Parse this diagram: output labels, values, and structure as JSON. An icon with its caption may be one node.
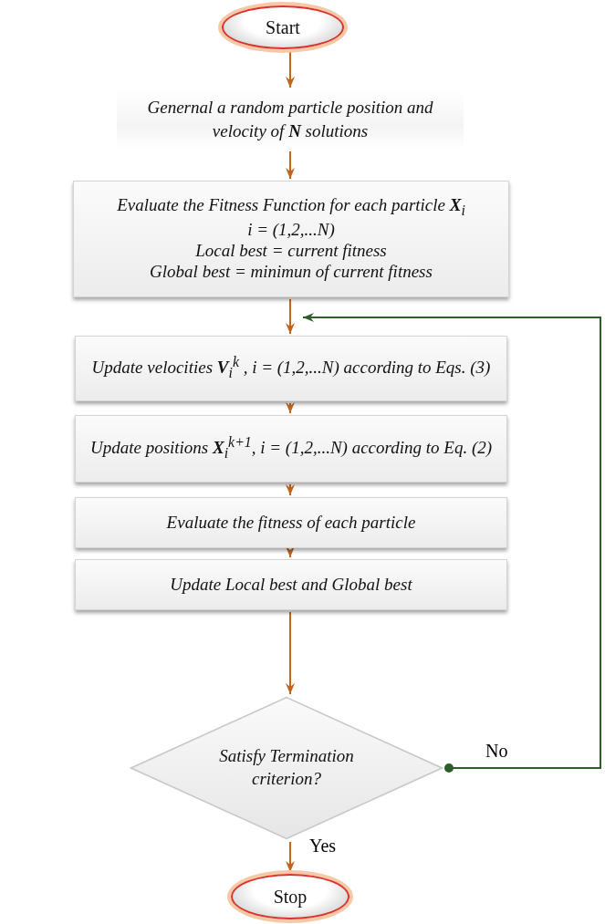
{
  "diagram": {
    "nodes": [
      {
        "text": [
          "Start"
        ]
      },
      {
        "text": [
          "Genernal a random particle position and velocity of **N** solutions"
        ]
      },
      {
        "text": [
          "Evaluate the Fitness Function for each particle **X**$_{i}$",
          "i = (1,2,...N)",
          "Local best = current fitness",
          "Global best = minimun of current fitness"
        ]
      },
      {
        "text": [
          "Update velocities **V**$_{i}$$^{k}$ , i = (1,2,...N) according to Eqs. (3)"
        ]
      },
      {
        "text": [
          "Update positions **X**$_{i}$$^{k+1}$, i = (1,2,...N) according to Eq. (2)"
        ]
      },
      {
        "text": [
          "Evaluate the fitness of each particle"
        ]
      },
      {
        "text": [
          "Update Local best and Global best"
        ]
      },
      {
        "text": [
          "Satisfy Termination criterion?"
        ]
      },
      {
        "text": [
          "Stop"
        ]
      }
    ],
    "edges": [
      {
        "from": 0,
        "to": 1,
        "arrow": "to"
      },
      {
        "from": 1,
        "to": 2,
        "arrow": "to"
      },
      {
        "from": 2,
        "to": 3,
        "arrow": "to"
      },
      {
        "from": 3,
        "to": 4,
        "arrow": "to"
      },
      {
        "from": 4,
        "to": 5,
        "arrow": "to"
      },
      {
        "from": 5,
        "to": 6,
        "arrow": "to"
      },
      {
        "from": 6,
        "to": 7,
        "arrow": "to"
      },
      {
        "from": 7,
        "to": 8,
        "arrow": "to",
        "label": "Yes"
      },
      {
        "from": 7,
        "to": 3,
        "arrow": "to",
        "label": "No",
        "color": "#2e5d2a"
      }
    ]
  }
}
